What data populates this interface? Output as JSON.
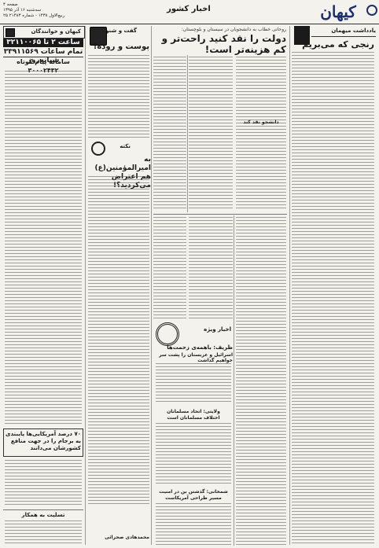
{
  "header": {
    "logo_text": "کیهان",
    "section_title": "اخبار کشور",
    "page_line": "صفحه ۴",
    "date_line": "سه‌شنبه ۱۶ آذر ۱۳۹۵",
    "issue_line": "۲۵ ربیع‌الاول ۱۴۳۸ - شماره ۲۱۴۸۳"
  },
  "right_column": {
    "tag": "یادداشت میهمان",
    "headline": "رنجی که می‌بریم"
  },
  "center": {
    "kicker": "روحانی خطاب به دانشجویان در سیستان و بلوچستان:",
    "headline": "دولت را نقد کنید راحت‌تر و کم هزینه‌تر است!",
    "subhead": "دانشجو نقد کند"
  },
  "mid_box": {
    "tag": "گفت و شنود",
    "headline": "پوست و روده!"
  },
  "note_box": {
    "tag": "نکته",
    "headline": "به امیرالمؤمنین(ع) هم اعتراض می‌کردید؟!"
  },
  "lower_box": {
    "tag": "اخبار ویژه",
    "headline": "ظریف: باهمه‌ی زحمت‌ها",
    "subhead": "اسرائیل و عربستان را پشت سر خواهیم گذاشت"
  },
  "left_column": {
    "tag": "کیهان و خوانندگان",
    "phone_1": "۳۲۱۱۰۰۶۵ ساعت ۲ تا ۶ بعدازظهر",
    "phone_2": "۳۳۹۱۱۵۶۹ تمام ساعات شبانه‌روز",
    "sms": "سامانه پیام کوتاه ۳۰۰۰۲۴۳۲",
    "ads_box_title": "۷۰ درصد آمریکایی‌ها پایبندی به برجام را در جهت منافع کشورشان می‌دانند",
    "footer_title": "تسلیت به همکار"
  },
  "bottom_center": {
    "small_head_1": "ولایتی: اتحاد مسلمانان",
    "small_head_2": "اختلاف مسلمانان است",
    "small_head_3": "شمخانی: گذشتن بن در امنیت",
    "small_head_4": "مسیر طراحی آمریکاست"
  },
  "byline": "محمدهادی صحرائی"
}
